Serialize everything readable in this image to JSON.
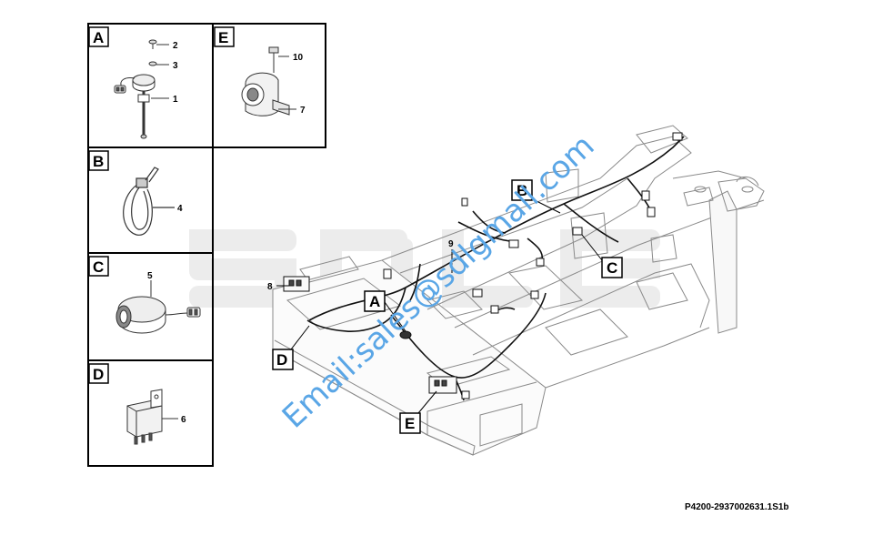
{
  "panels": [
    {
      "letter": "A",
      "callouts": [
        "2",
        "3",
        "1"
      ]
    },
    {
      "letter": "E",
      "callouts": [
        "10",
        "7"
      ]
    },
    {
      "letter": "B",
      "callouts": [
        "4"
      ]
    },
    {
      "letter": "C",
      "callouts": [
        "5"
      ]
    },
    {
      "letter": "D",
      "callouts": [
        "6"
      ]
    }
  ],
  "main_labels": [
    "B",
    "C",
    "A",
    "D",
    "E"
  ],
  "main_callouts": [
    "9",
    "8"
  ],
  "watermark": {
    "email": "Email:sales@sdlgmall.com",
    "logo_text": "SDLG",
    "color": "#5aa6e6"
  },
  "reference_code": "P4200-2937002631.1S1b"
}
